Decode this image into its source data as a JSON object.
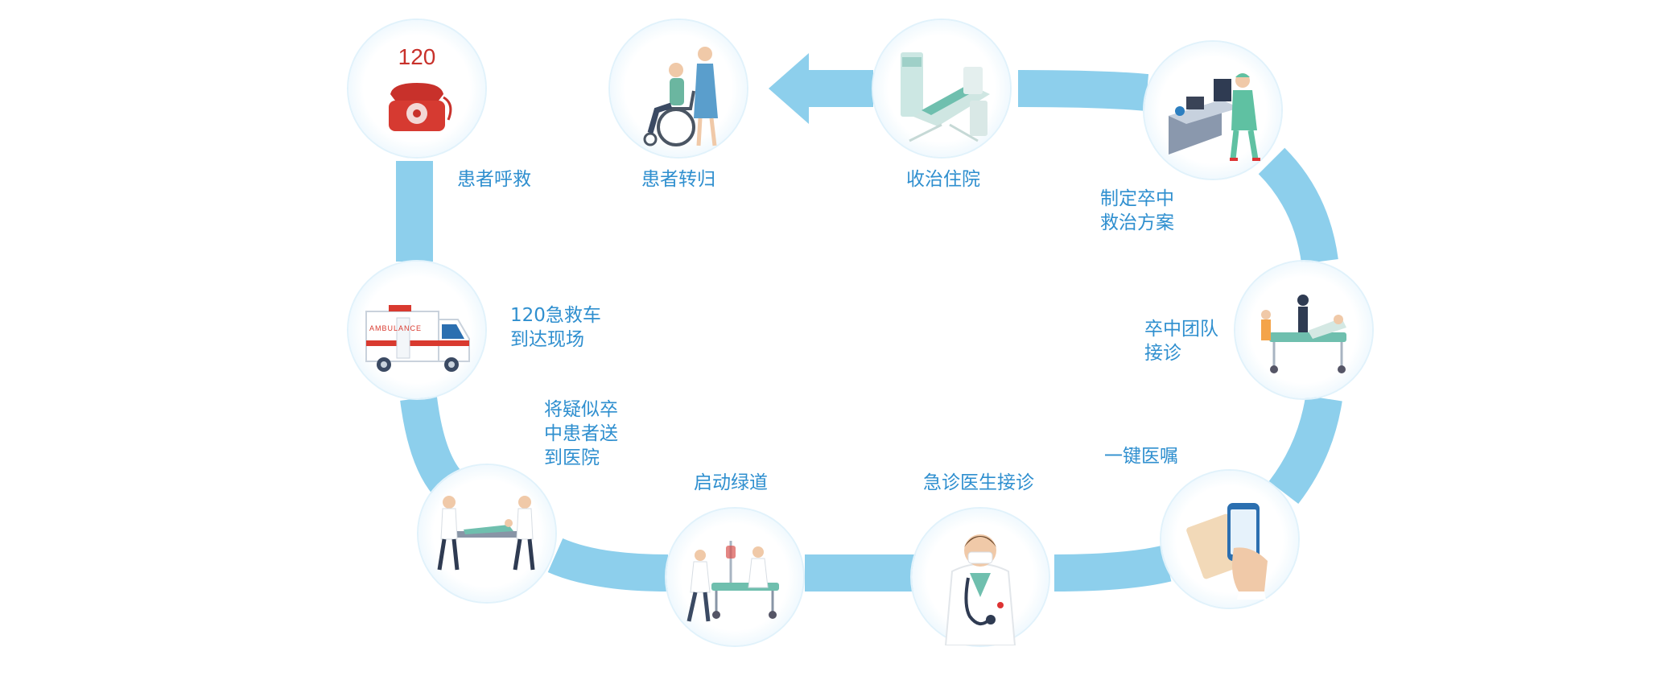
{
  "steps": {
    "call": {
      "label": "患者呼救",
      "phone_number": "120"
    },
    "ambulance": {
      "line1": "120急救车",
      "line2": "到达现场",
      "badge": "AMBULANCE"
    },
    "transfer": {
      "line1": "将疑似卒",
      "line2": "中患者送",
      "line3": "到医院"
    },
    "green_channel": {
      "label": "启动绿道"
    },
    "er_doctor": {
      "label": "急诊医生接诊"
    },
    "one_key": {
      "label": "一键医嘱"
    },
    "stroke_team": {
      "line1": "卒中团队",
      "line2": "接诊"
    },
    "plan": {
      "line1": "制定卒中",
      "line2": "救治方案"
    },
    "admission": {
      "label": "收治住院"
    },
    "return": {
      "label": "患者转归"
    }
  },
  "colors": {
    "flow": "#8dcfec",
    "label": "#2f8fcf",
    "phone_red": "#c8312b",
    "scrub_green": "#5fc1a2"
  }
}
